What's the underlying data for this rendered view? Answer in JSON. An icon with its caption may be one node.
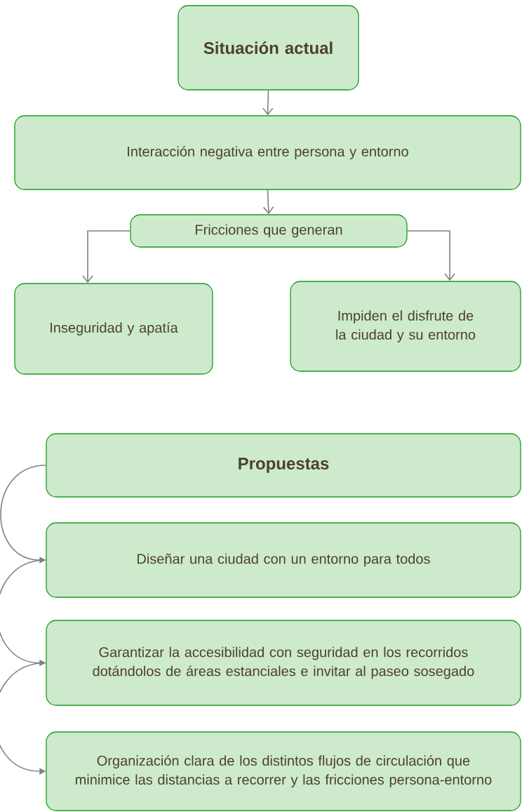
{
  "diagram": {
    "nodes": [
      {
        "text": [
          "Situación actual"
        ]
      },
      {
        "text": [
          "Interacción negativa entre persona y entorno"
        ]
      },
      {
        "text": [
          "Fricciones que generan"
        ]
      },
      {
        "text": [
          "Inseguridad y apatía"
        ]
      },
      {
        "text": [
          "Impiden el disfrute de la ciudad y su entorno"
        ]
      },
      {
        "text": [
          "Propuestas"
        ]
      },
      {
        "text": [
          "Diseñar una ciudad con un entorno para todos"
        ]
      },
      {
        "text": [
          "Garantizar la accesibilidad con seguridad en los recorridos dotándolos de áreas estanciales e invitar al paseo sosegado"
        ]
      },
      {
        "text": [
          "Organización clara de los distintos flujos de circulación que  minimice las distancias a recorrer y las fricciones persona-entorno"
        ]
      }
    ],
    "edges": [
      {
        "from": 0,
        "to": 1,
        "arrow": "to"
      },
      {
        "from": 1,
        "to": 2,
        "arrow": "to"
      },
      {
        "from": 2,
        "to": 3,
        "arrow": "to"
      },
      {
        "from": 2,
        "to": 4,
        "arrow": "to"
      },
      {
        "from": 5,
        "to": 6,
        "arrow": "to"
      },
      {
        "from": 6,
        "to": 7,
        "arrow": "to"
      },
      {
        "from": 7,
        "to": 8,
        "arrow": "to"
      }
    ]
  }
}
